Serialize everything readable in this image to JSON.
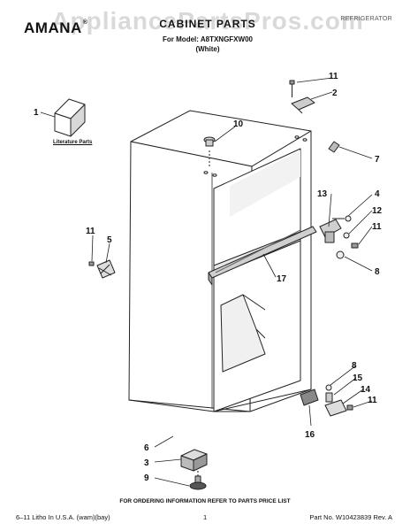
{
  "header": {
    "brand": "AMANA",
    "brand_mark": "®",
    "title": "CABINET PARTS",
    "model_line": "For Model: A8TXNGFXW00",
    "color_line": "(White)",
    "category": "REFRIGERATOR",
    "watermark": "AppliancePartsPros.com"
  },
  "diagram": {
    "literature_label": "Literature Parts",
    "callouts": {
      "c1": "1",
      "c2": "2",
      "c3": "3",
      "c4": "4",
      "c5": "5",
      "c6": "6",
      "c7": "7",
      "c8a": "8",
      "c8b": "8",
      "c9": "9",
      "c10": "10",
      "c11a": "11",
      "c11b": "11",
      "c11c": "11",
      "c11d": "11",
      "c12": "12",
      "c13": "13",
      "c14": "14",
      "c15": "15",
      "c16": "16",
      "c17": "17"
    }
  },
  "footer": {
    "order_note": "FOR ORDERING INFORMATION REFER TO PARTS PRICE LIST",
    "left": "6–11 Litho In U.S.A. (wam)(bay)",
    "page": "1",
    "part_no": "Part No. W10423839 Rev. A"
  }
}
